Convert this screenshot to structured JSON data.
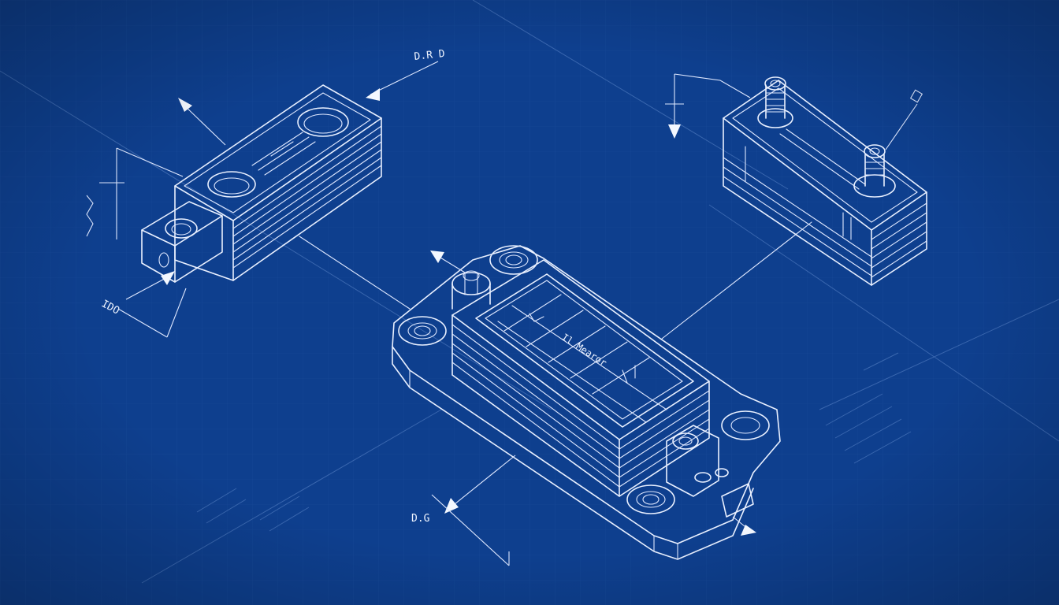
{
  "colors": {
    "background": "#0e3f8e",
    "line": "#e9f0ff",
    "grid": "#2a5aa8"
  },
  "labels": {
    "top_left_dim": "D.R D",
    "left_dim": "IDO",
    "bottom_dim": "D.G",
    "center_text": "Il Mearor"
  }
}
